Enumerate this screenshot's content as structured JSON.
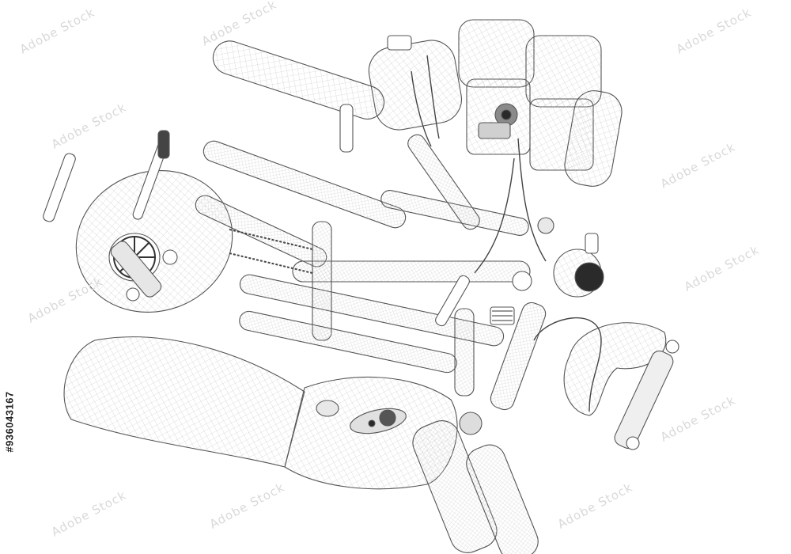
{
  "image": {
    "subject": "Exploded wireframe motorcycle",
    "stock_id": "#936043167",
    "watermark": "Adobe Stock",
    "colors": {
      "background": "#ffffff",
      "wire": "#555555",
      "mesh": "#b8b8b8",
      "dark": "#2a2a2a",
      "watermark": "#d9d9d9"
    }
  }
}
